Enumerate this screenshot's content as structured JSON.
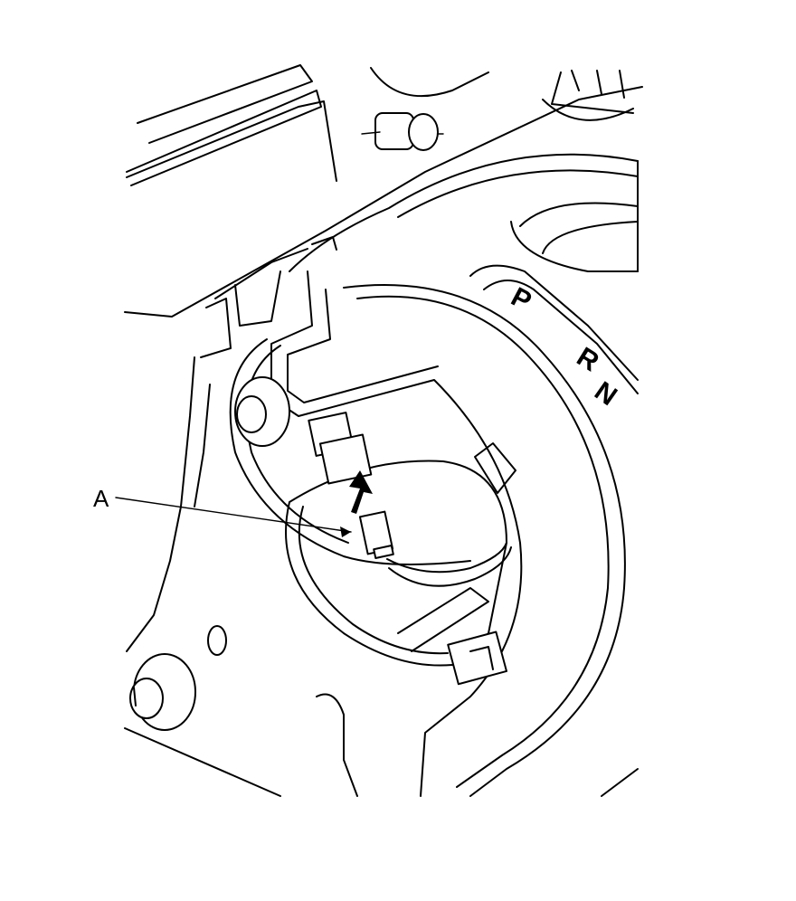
{
  "callouts": {
    "connector_label": "A"
  },
  "gear_indicator": {
    "park": "P",
    "reverse": "R",
    "neutral": "N"
  },
  "colors": {
    "line": "#000000",
    "background": "#ffffff"
  }
}
